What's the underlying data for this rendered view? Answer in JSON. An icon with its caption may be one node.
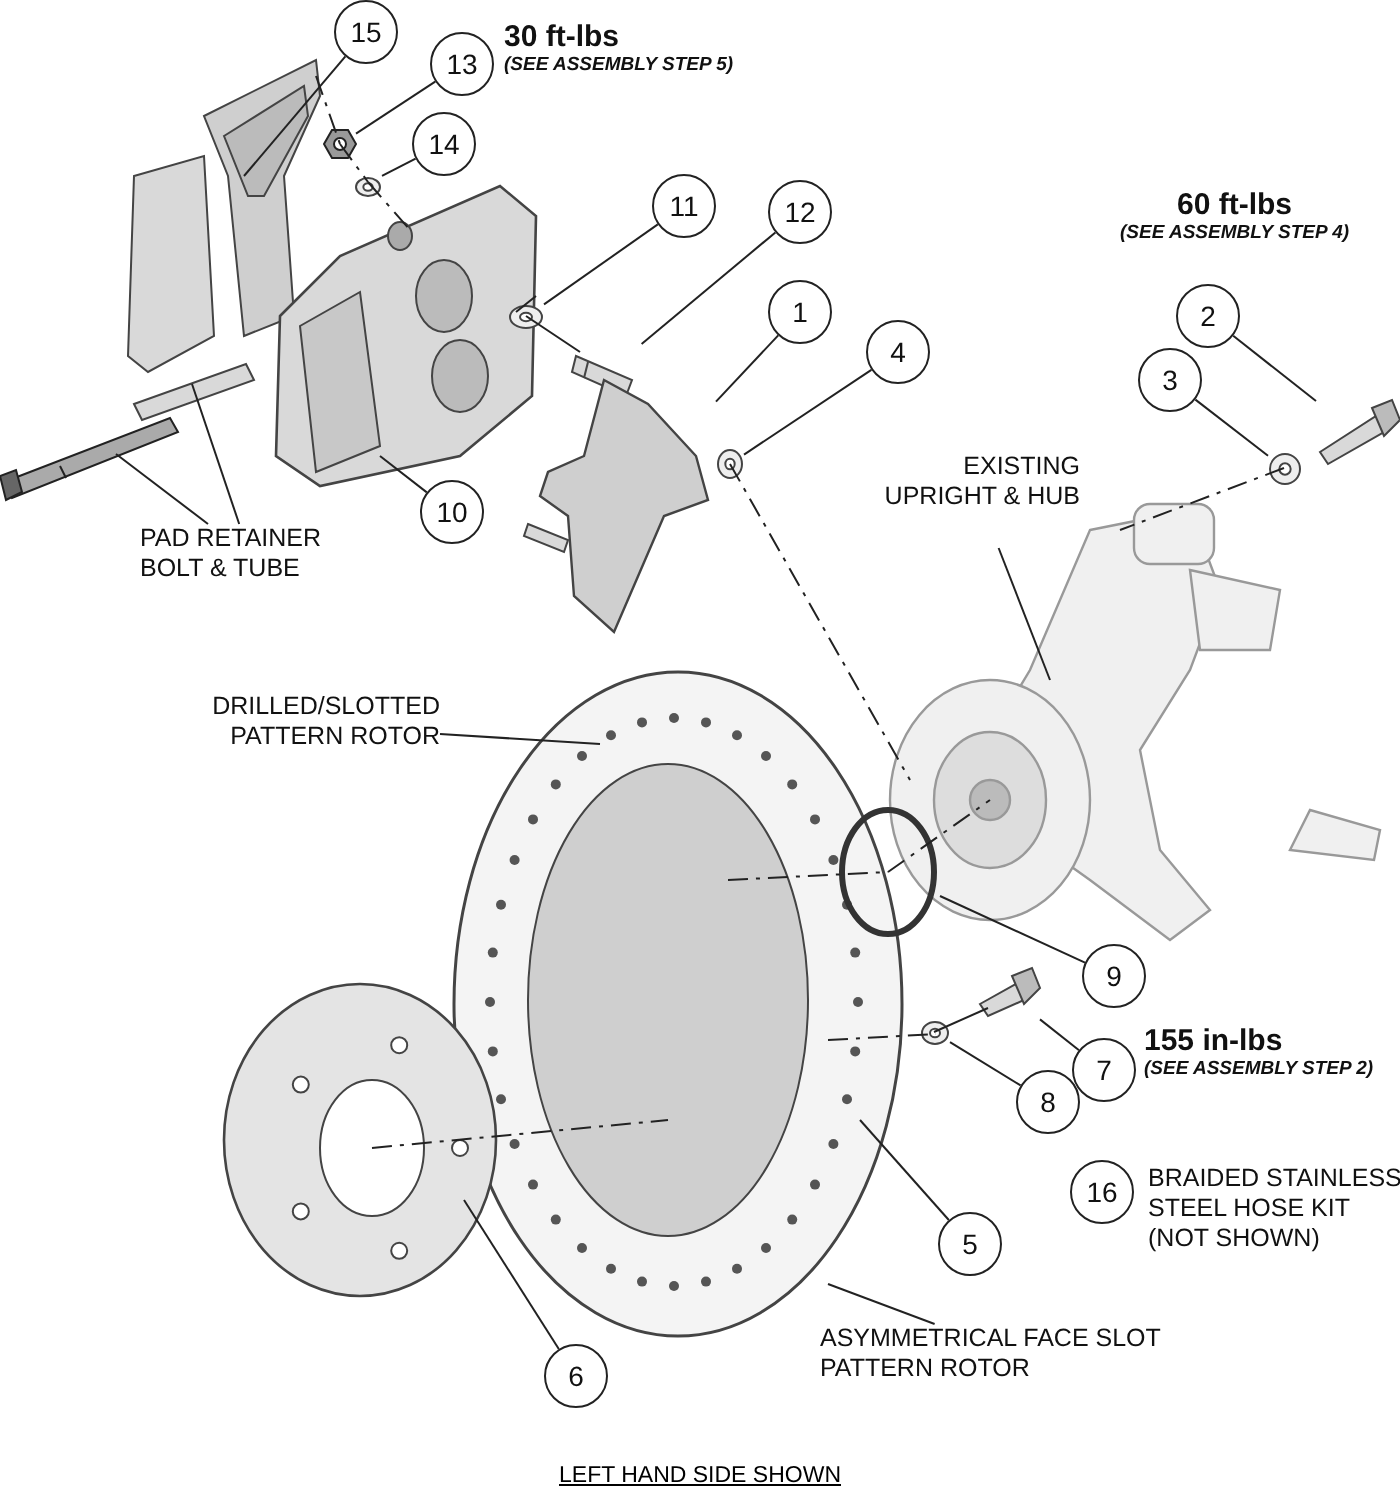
{
  "diagram": {
    "caption": "LEFT HAND SIDE SHOWN",
    "nodes": [
      {
        "text": [
          "15"
        ]
      },
      {
        "text": [],
        "shape": "picture"
      },
      {
        "text": [
          "13"
        ],
        "beside": [
          "30 ft-lbs",
          "(SEE ASSEMBLY STEP 5)"
        ]
      },
      {
        "text": [],
        "shape": "picture"
      },
      {
        "text": [
          "14"
        ]
      },
      {
        "text": [],
        "shape": "picture"
      },
      {
        "text": [],
        "shape": "picture"
      },
      {
        "text": [
          "10"
        ]
      },
      {
        "text": [
          "PAD RETAINER BOLT & TUBE"
        ]
      },
      {
        "text": [],
        "shape": "picture"
      },
      {
        "text": [],
        "shape": "picture"
      },
      {
        "text": [
          "11"
        ]
      },
      {
        "text": [],
        "shape": "picture"
      },
      {
        "text": [
          "12"
        ]
      },
      {
        "text": [],
        "shape": "picture"
      },
      {
        "text": [
          "1"
        ]
      },
      {
        "text": [],
        "shape": "picture"
      },
      {
        "text": [
          "4"
        ]
      },
      {
        "text": [],
        "shape": "picture"
      },
      {
        "text": [
          "2"
        ],
        "beside": [
          "60 ft-lbs",
          "(SEE ASSEMBLY STEP 4)"
        ]
      },
      {
        "text": [],
        "shape": "picture"
      },
      {
        "text": [
          "3"
        ]
      },
      {
        "text": [],
        "shape": "picture"
      },
      {
        "text": [
          "EXISTING UPRIGHT & HUB"
        ]
      },
      {
        "text": [],
        "shape": "picture"
      },
      {
        "text": [
          "DRILLED/SLOTTED PATTERN ROTOR"
        ]
      },
      {
        "text": [],
        "shape": "picture"
      },
      {
        "text": [],
        "shape": "picture"
      },
      {
        "text": [
          "9"
        ]
      },
      {
        "text": [],
        "shape": "picture"
      },
      {
        "text": [
          "7"
        ],
        "beside": [
          "155 in-lbs",
          "(SEE ASSEMBLY STEP 2)"
        ]
      },
      {
        "text": [],
        "shape": "picture"
      },
      {
        "text": [
          "8"
        ]
      },
      {
        "text": [
          "5"
        ]
      },
      {
        "text": [],
        "shape": "picture"
      },
      {
        "text": [
          "6"
        ]
      },
      {
        "text": [
          "ASYMMETRICAL FACE SLOT PATTERN ROTOR"
        ]
      },
      {
        "text": [
          "16"
        ],
        "beside": [
          "BRAIDED STAINLESS STEEL HOSE KIT (NOT SHOWN)"
        ]
      }
    ],
    "edges": [
      {
        "from": 0,
        "to": 1,
        "arrow": "none"
      },
      {
        "from": 2,
        "to": 3,
        "arrow": "none"
      },
      {
        "from": 4,
        "to": 5,
        "arrow": "none"
      },
      {
        "from": 7,
        "to": 6,
        "arrow": "none"
      },
      {
        "from": 8,
        "to": 9,
        "arrow": "none"
      },
      {
        "from": 8,
        "to": 10,
        "arrow": "none"
      },
      {
        "from": 11,
        "to": 12,
        "arrow": "none"
      },
      {
        "from": 13,
        "to": 14,
        "arrow": "none"
      },
      {
        "from": 15,
        "to": 16,
        "arrow": "none"
      },
      {
        "from": 17,
        "to": 18,
        "arrow": "none"
      },
      {
        "from": 19,
        "to": 20,
        "arrow": "none"
      },
      {
        "from": 21,
        "to": 22,
        "arrow": "none"
      },
      {
        "from": 23,
        "to": 24,
        "arrow": "none"
      },
      {
        "from": 25,
        "to": 26,
        "arrow": "none"
      },
      {
        "from": 28,
        "to": 27,
        "arrow": "none"
      },
      {
        "from": 30,
        "to": 29,
        "arrow": "none"
      },
      {
        "from": 32,
        "to": 31,
        "arrow": "none"
      },
      {
        "from": 33,
        "to": 26,
        "arrow": "none"
      },
      {
        "from": 35,
        "to": 34,
        "arrow": "none"
      },
      {
        "from": 36,
        "to": 26,
        "arrow": "none"
      },
      {
        "from": 1,
        "to": 3,
        "arrow": "none",
        "style": "dashed"
      },
      {
        "from": 6,
        "to": 12,
        "arrow": "none"
      },
      {
        "from": 12,
        "to": 14,
        "arrow": "none"
      },
      {
        "from": 18,
        "to": 24,
        "arrow": "none",
        "style": "dashed"
      },
      {
        "from": 22,
        "to": 24,
        "arrow": "none",
        "style": "dashed"
      },
      {
        "from": 26,
        "to": 27,
        "arrow": "none",
        "style": "dashed"
      },
      {
        "from": 27,
        "to": 24,
        "arrow": "none",
        "style": "dashed"
      },
      {
        "from": 34,
        "to": 26,
        "arrow": "none",
        "style": "dashed"
      },
      {
        "from": 26,
        "to": 31,
        "arrow": "none",
        "style": "dashed"
      },
      {
        "from": 31,
        "to": 29,
        "arrow": "none"
      },
      {
        "from": 3,
        "to": 5,
        "arrow": "none",
        "style": "dashed"
      },
      {
        "from": 5,
        "to": 6,
        "arrow": "none",
        "style": "dashed"
      }
    ]
  }
}
